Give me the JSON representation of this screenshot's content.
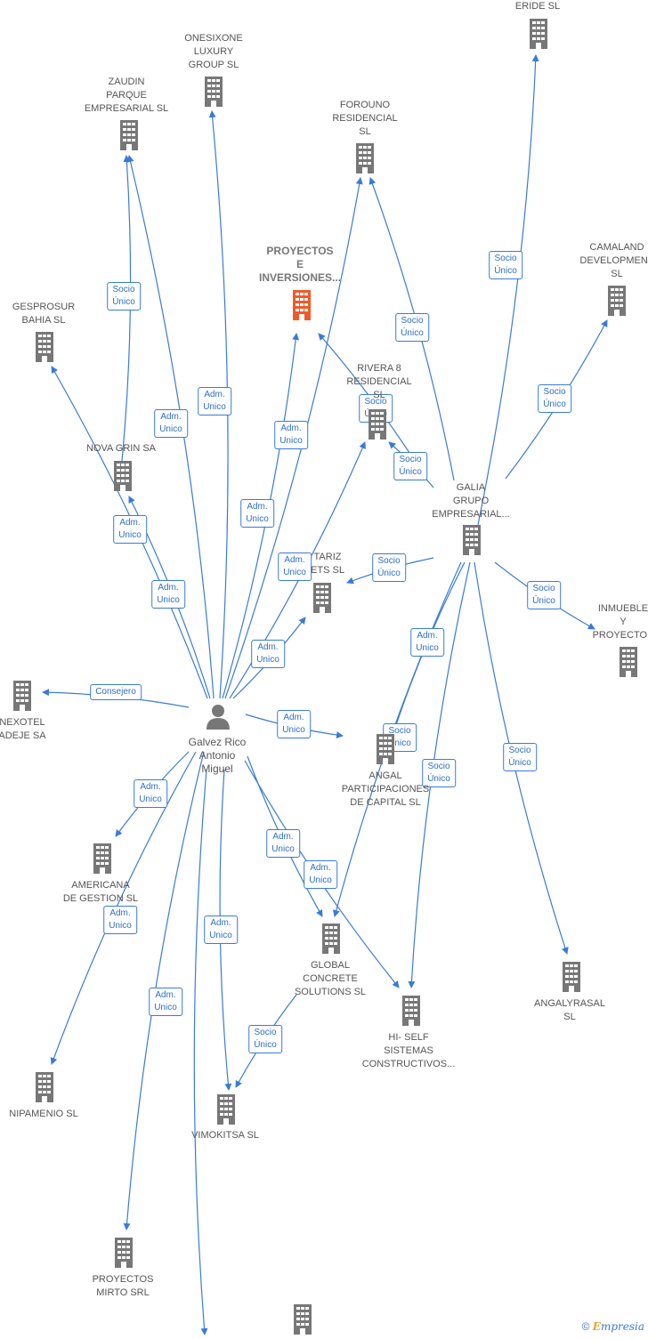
{
  "colors": {
    "edge": "#3a7bd5",
    "building": "#777777",
    "building_highlight": "#f05a28",
    "person": "#777777"
  },
  "center": {
    "label": "Galvez Rico\nAntonio\nMiguel",
    "icon": "person-icon"
  },
  "nodes": [
    {
      "id": "eride",
      "label": "ERIDE  SL",
      "icon": "building-icon"
    },
    {
      "id": "onesixone",
      "label": "ONESIXONE\nLUXURY\nGROUP  SL",
      "icon": "building-icon"
    },
    {
      "id": "zaudin",
      "label": "ZAUDIN\nPARQUE\nEMPRESARIAL SL",
      "icon": "building-icon"
    },
    {
      "id": "forouno",
      "label": "FOROUNO\nRESIDENCIAL\nSL",
      "icon": "building-icon"
    },
    {
      "id": "proyectos_inv",
      "label": "PROYECTOS\nE\nINVERSIONES...",
      "icon": "building-icon",
      "highlight": true
    },
    {
      "id": "camaland",
      "label": "CAMALAND\nDEVELOPMENT\nSL",
      "icon": "building-icon"
    },
    {
      "id": "gesprosur",
      "label": "GESPROSUR\nBAHIA SL",
      "icon": "building-icon"
    },
    {
      "id": "rivera8",
      "label": "RIVERA 8\nRESIDENCIAL\nSL",
      "icon": "building-icon"
    },
    {
      "id": "novagrin",
      "label": "NOVA GRIN SA",
      "icon": "building-icon"
    },
    {
      "id": "galia",
      "label": "GALIA\nGRUPO\nEMPRESARIAL...",
      "icon": "building-icon"
    },
    {
      "id": "tariz",
      "label": "TARIZ\nETS  SL",
      "icon": "building-icon"
    },
    {
      "id": "inmueble",
      "label": "INMUEBLE\nY\nPROYECTOS",
      "icon": "building-icon"
    },
    {
      "id": "nexotel",
      "label": "NEXOTEL\nADEJE SA",
      "icon": "building-icon"
    },
    {
      "id": "angal",
      "label": "ANGAL\nPARTICIPACIONES\nDE CAPITAL SL",
      "icon": "building-icon"
    },
    {
      "id": "americana",
      "label": "AMERICANA\nDE GESTION  SL",
      "icon": "building-icon"
    },
    {
      "id": "global",
      "label": "GLOBAL\nCONCRETE\nSOLUTIONS SL",
      "icon": "building-icon"
    },
    {
      "id": "hiself",
      "label": "HI- SELF\nSISTEMAS\nCONSTRUCTIVOS...",
      "icon": "building-icon"
    },
    {
      "id": "angalyrasal",
      "label": "ANGALYRASAL\nSL",
      "icon": "building-icon"
    },
    {
      "id": "nipamenio",
      "label": "NIPAMENIO SL",
      "icon": "building-icon"
    },
    {
      "id": "vimokitsa",
      "label": "VIMOKITSA SL",
      "icon": "building-icon"
    },
    {
      "id": "mirto",
      "label": "PROYECTOS\nMIRTO SRL",
      "icon": "building-icon"
    },
    {
      "id": "bottom",
      "label": "",
      "icon": "building-icon"
    }
  ],
  "edges": [
    {
      "from": "center",
      "to": "onesixone",
      "label": "Adm.\nUnico"
    },
    {
      "from": "center",
      "to": "zaudin",
      "label": "Adm.\nUnico"
    },
    {
      "from": "novagrin",
      "to": "zaudin",
      "label": "Socio\nÚnico"
    },
    {
      "from": "center",
      "to": "forouno",
      "label": "Adm.\nUnico"
    },
    {
      "from": "center",
      "to": "proyectos_inv",
      "label": "Adm.\nUnico"
    },
    {
      "from": "center",
      "to": "gesprosur",
      "label": "Adm.\nUnico"
    },
    {
      "from": "center",
      "to": "novagrin",
      "label": "Adm.\nUnico"
    },
    {
      "from": "center",
      "to": "rivera8",
      "label": "Adm.\nUnico"
    },
    {
      "from": "center",
      "to": "tariz",
      "label": "Adm.\nUnico"
    },
    {
      "from": "center",
      "to": "nexotel",
      "label": "Consejero"
    },
    {
      "from": "center",
      "to": "angal",
      "label": "Adm.\nUnico"
    },
    {
      "from": "center",
      "to": "americana",
      "label": "Adm.\nUnico"
    },
    {
      "from": "center",
      "to": "global",
      "label": "Adm.\nUnico"
    },
    {
      "from": "center",
      "to": "hiself",
      "label": "Adm.\nUnico"
    },
    {
      "from": "center",
      "to": "nipamenio",
      "label": "Adm.\nUnico"
    },
    {
      "from": "center",
      "to": "vimokitsa",
      "label": "Adm.\nUnico"
    },
    {
      "from": "center",
      "to": "mirto",
      "label": "Adm.\nUnico"
    },
    {
      "from": "center",
      "to": "bottom",
      "label": ""
    },
    {
      "from": "galia",
      "to": "eride",
      "label": "Socio\nÚnico"
    },
    {
      "from": "galia",
      "to": "forouno",
      "label": "Socio\nÚnico"
    },
    {
      "from": "galia",
      "to": "camaland",
      "label": "Socio\nÚnico"
    },
    {
      "from": "galia",
      "to": "rivera8",
      "label": "Socio\nÚnico"
    },
    {
      "from": "galia",
      "to": "proyectos_inv",
      "label": "Socio\nÚnico"
    },
    {
      "from": "galia",
      "to": "tariz",
      "label": "Socio\nÚnico"
    },
    {
      "from": "galia",
      "to": "inmueble",
      "label": "Socio\nÚnico"
    },
    {
      "from": "galia",
      "to": "angal",
      "label": "Socio\nÚnico"
    },
    {
      "from": "galia",
      "to": "global",
      "label": "Adm.\nUnico"
    },
    {
      "from": "galia",
      "to": "hiself",
      "label": "Socio\nÚnico"
    },
    {
      "from": "galia",
      "to": "angalyrasal",
      "label": "Socio\nÚnico"
    },
    {
      "from": "global",
      "to": "vimokitsa",
      "label": "Socio\nÚnico"
    }
  ],
  "copyright": {
    "symbol": "©",
    "brand_initial": "E",
    "brand_rest": "mpresia"
  }
}
